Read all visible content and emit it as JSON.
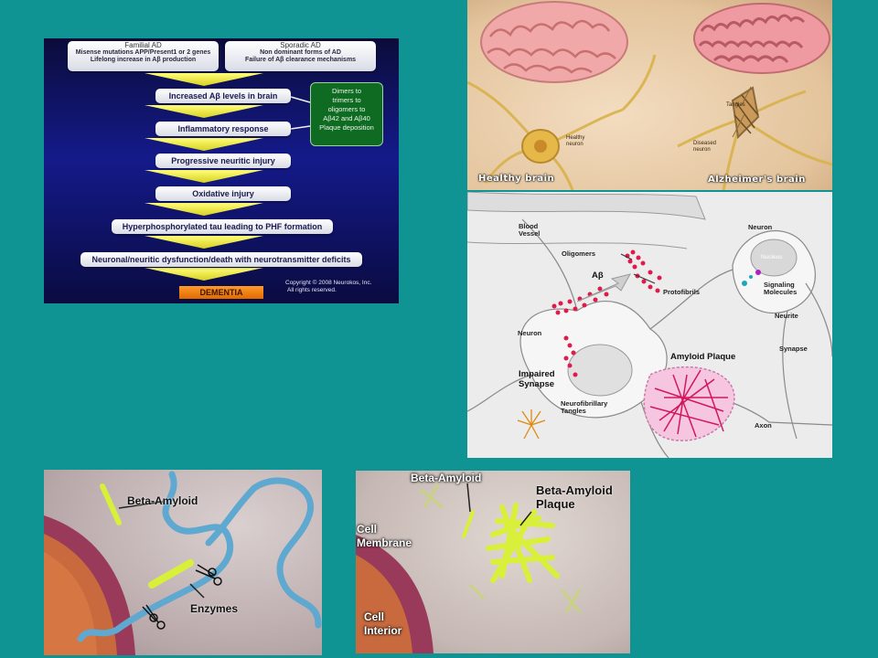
{
  "flowchart": {
    "familial": {
      "title": "Familial AD",
      "line1": "Misense mutations APP/Present1 or 2 genes",
      "line2": "Lifelong increase in Aβ production"
    },
    "sporadic": {
      "title": "Sporadic AD",
      "line1": "Non dominant forms of AD",
      "line2": "Failure of Aβ clearance mechanisms"
    },
    "steps": [
      "Increased Aβ levels in brain",
      "Inflammatory response",
      "Progressive neuritic injury",
      "Oxidative injury",
      "Hyperphosphorylated tau leading to PHF formation",
      "Neuronal/neuritic dysfunction/death with neurotransmitter deficits"
    ],
    "side_note": [
      "Dimers to",
      "trimers to",
      "oligomers to",
      "Aβ42 and Aβ40",
      "Plaque deposition"
    ],
    "outcome": "DEMENTIA",
    "copyright": [
      "Copyright © 2008 Neurokos, Inc.",
      "All rights reserved."
    ]
  },
  "brains": {
    "healthy_label": "Healthy brain",
    "alz_label": "Alzheimer's brain",
    "healthy_neuron": [
      "Healthy",
      "neuron"
    ],
    "tangles": "Tangles",
    "diseased_neuron": [
      "Diseased",
      "neuron"
    ]
  },
  "pathology": {
    "blood_vessel": [
      "Blood",
      "Vessel"
    ],
    "neuron_top": "Neuron",
    "nucleus": "Nucleus",
    "oligomers": "Oligomers",
    "abeta": "Aβ",
    "protofibrils": "Protofibrils",
    "signaling": [
      "Signaling",
      "Molecules"
    ],
    "neurite": "Neurite",
    "neuron_left": "Neuron",
    "synapse": "Synapse",
    "amyloid_plaque": "Amyloid Plaque",
    "impaired_synapse": [
      "Impaired",
      "Synapse"
    ],
    "neurofibrillary": [
      "Neurofibrillary",
      "Tangles"
    ],
    "axon": "Axon"
  },
  "enzymes_panel": {
    "beta_amyloid": "Beta-Amyloid",
    "enzymes": "Enzymes"
  },
  "plaque_panel": {
    "beta_amyloid": "Beta-Amyloid",
    "plaque": [
      "Beta-Amyloid",
      "Plaque"
    ],
    "membrane": [
      "Cell",
      "Membrane"
    ],
    "interior": [
      "Cell",
      "Interior"
    ]
  },
  "colors": {
    "background": "#0f9393",
    "plaque_yellow": "#d8f03a",
    "abeta_red": "#e01a4a"
  }
}
